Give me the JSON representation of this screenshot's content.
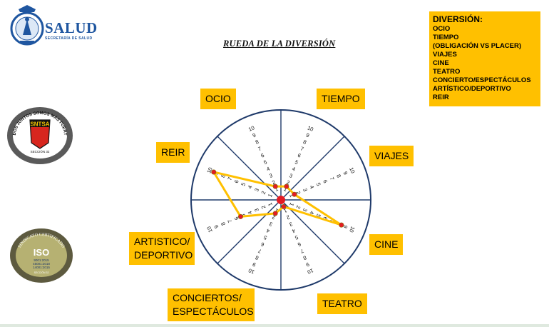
{
  "logo": {
    "text": "SALUD",
    "subtext": "SECRETARÍA DE SALUD"
  },
  "seals": {
    "union": {
      "ring_text": "TODOS JUNTOS SOMOS MÁS FUERTES",
      "center": "SNTSA",
      "section": "SECCIÓN 32"
    },
    "iso": {
      "ring_text": "SINDICATO CERTIFICADO",
      "center": "ISO",
      "lines": [
        "9001:2015",
        "45001:2018",
        "14001:2015"
      ],
      "section": "SECCIÓN 32"
    }
  },
  "title": "RUEDA DE LA DIVERSIÓN",
  "legend": {
    "title": "DIVERSIÓN:",
    "items": [
      "OCIO",
      "TIEMPO",
      "(OBLIGACIÓN VS PLACER)",
      "VIAJES",
      "CINE",
      "TEATRO",
      "CONCIERTO/ESPECTÁCULOS",
      "ARTÍSTICO/DEPORTIVO",
      "REIR"
    ]
  },
  "categories": [
    {
      "key": "ocio",
      "label": "OCIO"
    },
    {
      "key": "tiempo",
      "label": "TIEMPO"
    },
    {
      "key": "viajes",
      "label": "VIAJES"
    },
    {
      "key": "cine",
      "label": "CINE"
    },
    {
      "key": "teatro",
      "label": "TEATRO"
    },
    {
      "key": "conciertos",
      "label": "CONCIERTOS/ ESPECTÁCULOS"
    },
    {
      "key": "artistico",
      "label": "ARTISTICO/ DEPORTIVO"
    },
    {
      "key": "reir",
      "label": "REIR"
    }
  ],
  "scale": [
    "1",
    "2",
    "3",
    "4",
    "5",
    "6",
    "7",
    "8",
    "9",
    "10"
  ],
  "values": {
    "ocio": 2,
    "tiempo": 2,
    "viajes": 2,
    "cine": 9,
    "teatro": 1,
    "conciertos": 2,
    "artistico": 6,
    "reir": 10
  },
  "colors": {
    "accent": "#ffc000",
    "marker": "#e31b23",
    "ring": "#1f3a6a"
  }
}
